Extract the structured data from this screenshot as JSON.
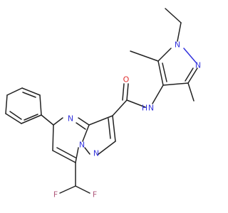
{
  "molecule": {
    "atoms": {
      "N_pz_1": {
        "symbol": "N",
        "color": "#3333dd"
      },
      "N_pz_2": {
        "symbol": "N",
        "color": "#3333dd"
      },
      "N_amide": {
        "symbol": "N",
        "color": "#3333dd"
      },
      "H_amide": {
        "symbol": "H",
        "color": "#3333dd"
      },
      "O_carbonyl": {
        "symbol": "O",
        "color": "#e03030"
      },
      "N_pyrimidine": {
        "symbol": "N",
        "color": "#3333dd"
      },
      "N_bridge": {
        "symbol": "N",
        "color": "#3333dd"
      },
      "N_ring": {
        "symbol": "N",
        "color": "#3333dd"
      },
      "F_left": {
        "symbol": "F",
        "color": "#b05a7c"
      },
      "F_right": {
        "symbol": "F",
        "color": "#b05a7c"
      }
    }
  }
}
